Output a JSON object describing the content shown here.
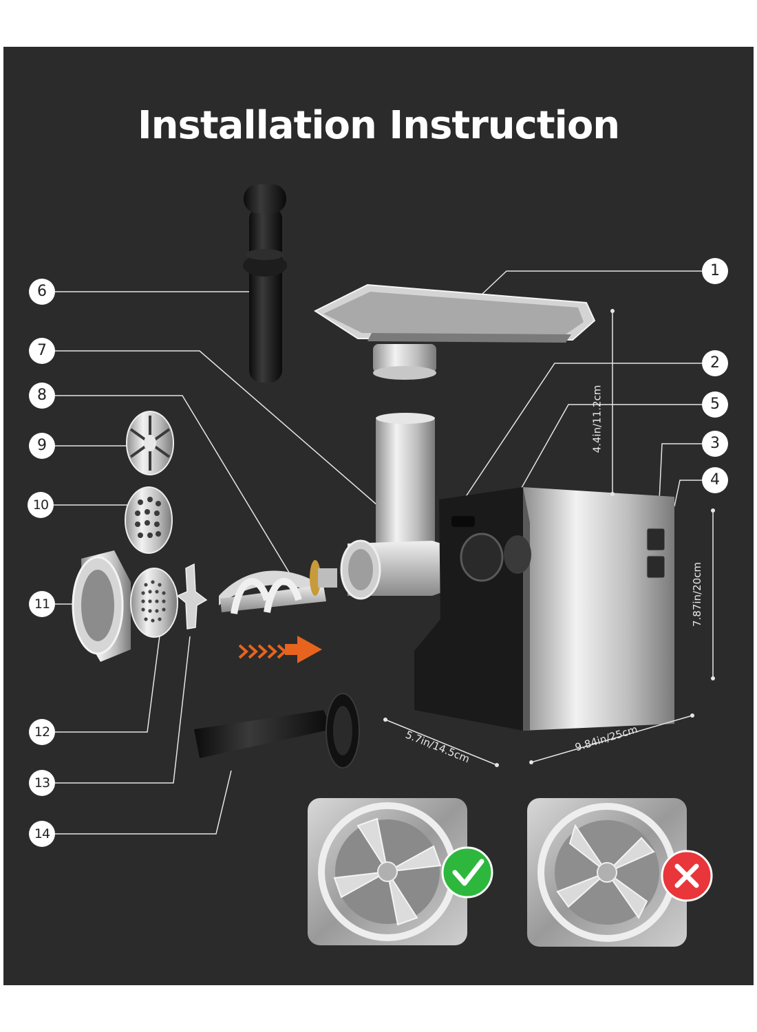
{
  "title": "Installation Instruction",
  "callouts": [
    "1",
    "2",
    "3",
    "4",
    "5",
    "6",
    "7",
    "8",
    "9",
    "10",
    "11",
    "12",
    "13",
    "14"
  ],
  "dimensions": {
    "height_top": "4.4in/11.2cm",
    "height_body": "7.87in/20cm",
    "depth": "5.7in/14.5cm",
    "width": "9.84in/25cm"
  },
  "colors": {
    "background": "#2b2b2b",
    "arrow": "#e8641e",
    "check": "#2db83d",
    "cross": "#e8363a"
  },
  "blade_examples": [
    {
      "status": "correct",
      "icon": "check-icon"
    },
    {
      "status": "incorrect",
      "icon": "cross-icon"
    }
  ]
}
